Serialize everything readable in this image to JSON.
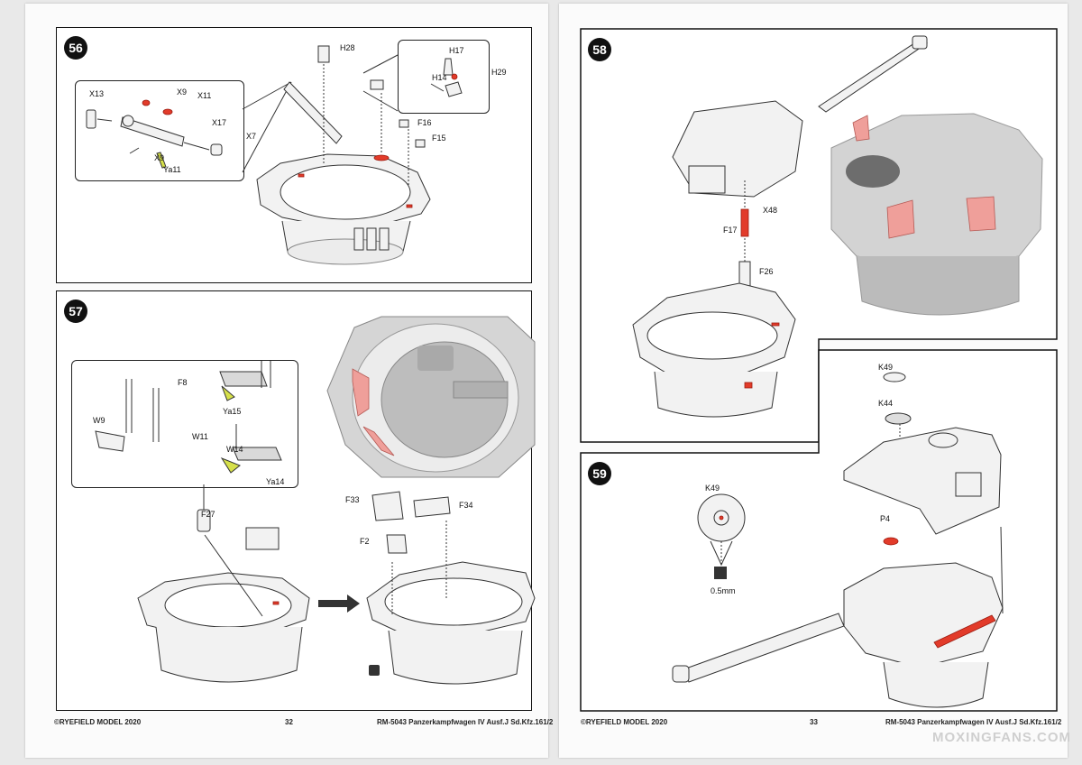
{
  "steps": {
    "s56": {
      "number": "56",
      "labels": [
        "H28",
        "H17",
        "H14",
        "H29",
        "X13",
        "X9",
        "X11",
        "X17",
        "X7",
        "X9",
        "Ya11",
        "F16",
        "F15"
      ]
    },
    "s57": {
      "number": "57",
      "labels": [
        "F8",
        "W9",
        "W11",
        "Ya15",
        "W14",
        "Ya14",
        "F27",
        "F33",
        "F34",
        "F2"
      ]
    },
    "s58": {
      "number": "58",
      "labels": [
        "X48",
        "F17",
        "F26"
      ]
    },
    "s59": {
      "number": "59",
      "labels": [
        "K49",
        "K44",
        "P4",
        "K49",
        "0.5mm"
      ]
    }
  },
  "footer": {
    "left_copyright": "©RYEFIELD MODEL 2020",
    "left_page": "32",
    "left_title": "RM-5043 Panzerkampfwagen IV Ausf.J Sd.Kfz.161/2",
    "right_copyright": "©RYEFIELD MODEL 2020",
    "right_page": "33",
    "right_title": "RM-5043 Panzerkampfwagen IV Ausf.J Sd.Kfz.161/2"
  },
  "watermark": "MOXINGFANS.COM",
  "colors": {
    "highlight_red": "#e23b2a",
    "highlight_pink": "#ef9f9a",
    "render_grey": "#cfcfcf"
  }
}
